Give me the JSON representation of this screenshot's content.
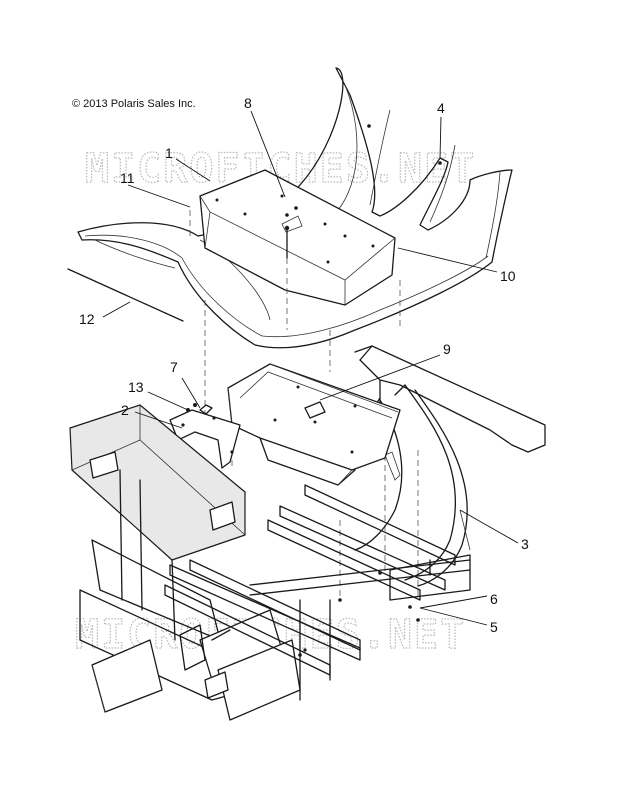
{
  "copyright": "© 2013 Polaris Sales Inc.",
  "watermark": "MICROFICHES.NET",
  "callouts": [
    {
      "id": "c1",
      "label": "1"
    },
    {
      "id": "c2",
      "label": "2"
    },
    {
      "id": "c3",
      "label": "3"
    },
    {
      "id": "c4",
      "label": "4"
    },
    {
      "id": "c5",
      "label": "5"
    },
    {
      "id": "c6",
      "label": "6"
    },
    {
      "id": "c7",
      "label": "7"
    },
    {
      "id": "c8",
      "label": "8"
    },
    {
      "id": "c9",
      "label": "9"
    },
    {
      "id": "c10",
      "label": "10"
    },
    {
      "id": "c11",
      "label": "11"
    },
    {
      "id": "c12",
      "label": "12"
    },
    {
      "id": "c13",
      "label": "13"
    }
  ]
}
